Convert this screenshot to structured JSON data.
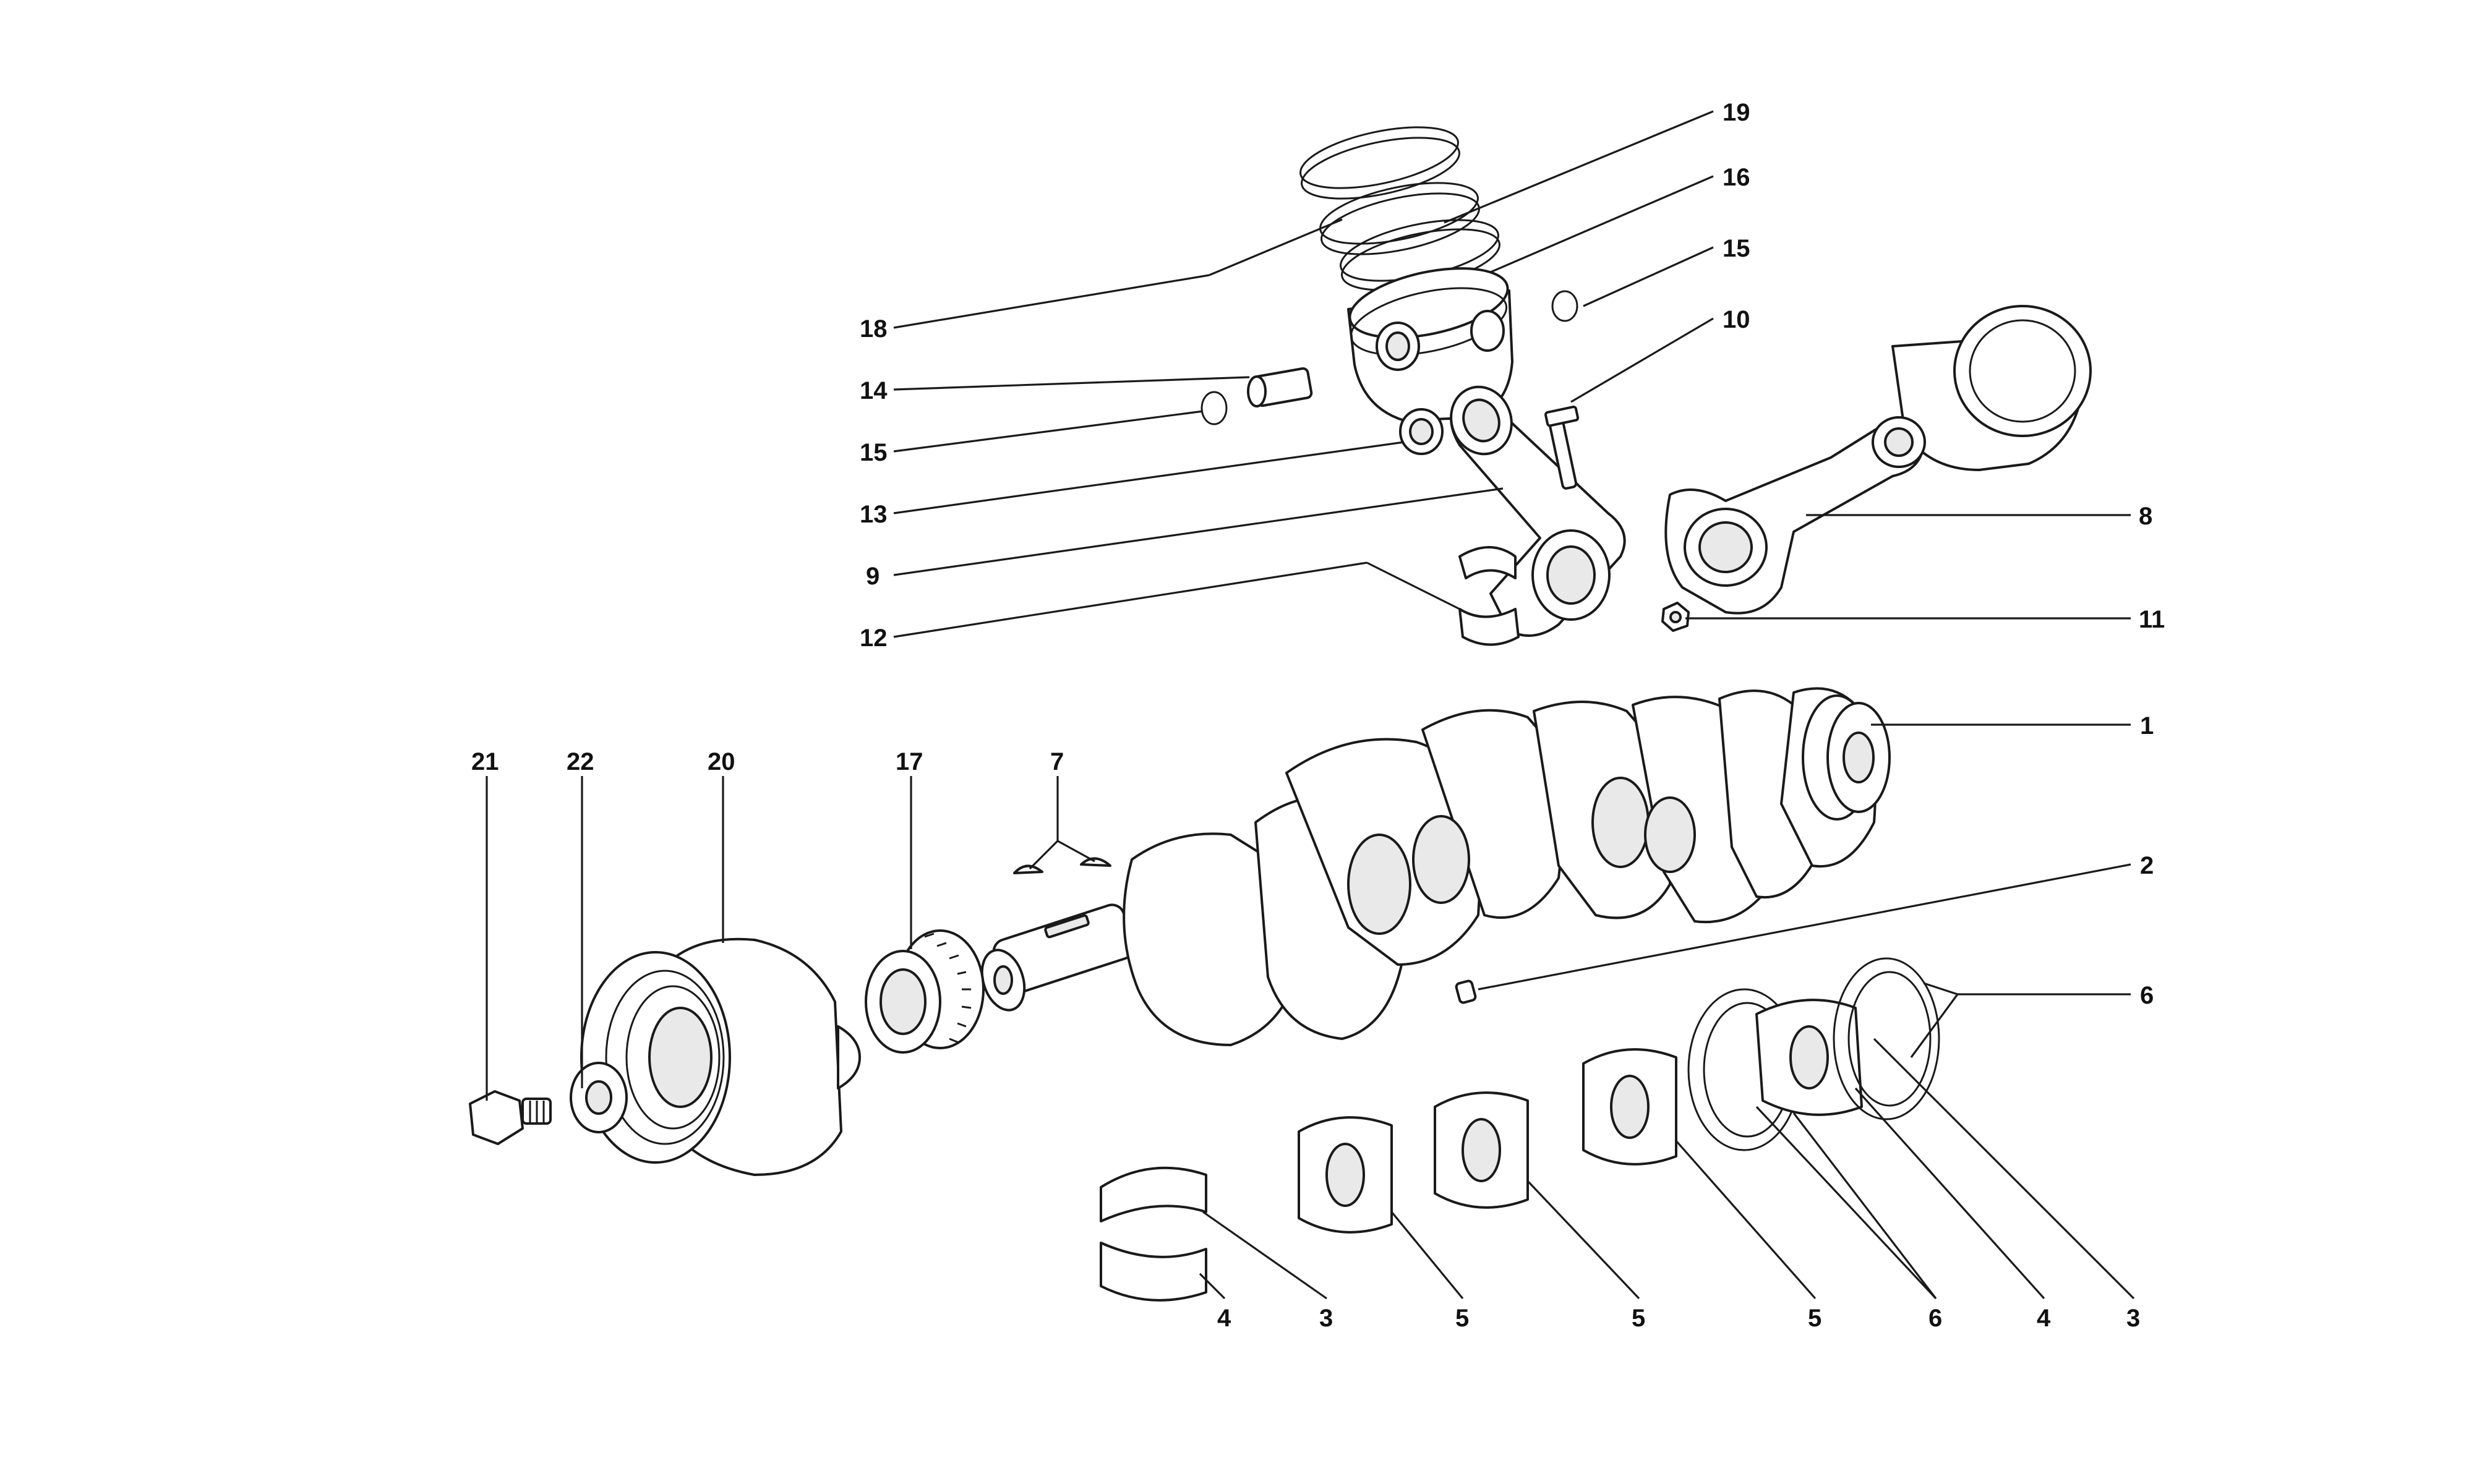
{
  "diagram": {
    "type": "exploded-parts-view",
    "line_color": "#1a1a1a",
    "background": "#ffffff",
    "callouts": {
      "c1": "1",
      "c2": "2",
      "c3a": "3",
      "c3b": "3",
      "c4a": "4",
      "c4b": "4",
      "c5a": "5",
      "c5b": "5",
      "c5c": "5",
      "c6a": "6",
      "c6b": "6",
      "c7": "7",
      "c8": "8",
      "c9": "9",
      "c10": "10",
      "c11": "11",
      "c12": "12",
      "c13": "13",
      "c14": "14",
      "c15a": "15",
      "c15b": "15",
      "c16": "16",
      "c17": "17",
      "c18": "18",
      "c19": "19",
      "c20": "20",
      "c21": "21",
      "c22": "22"
    }
  }
}
